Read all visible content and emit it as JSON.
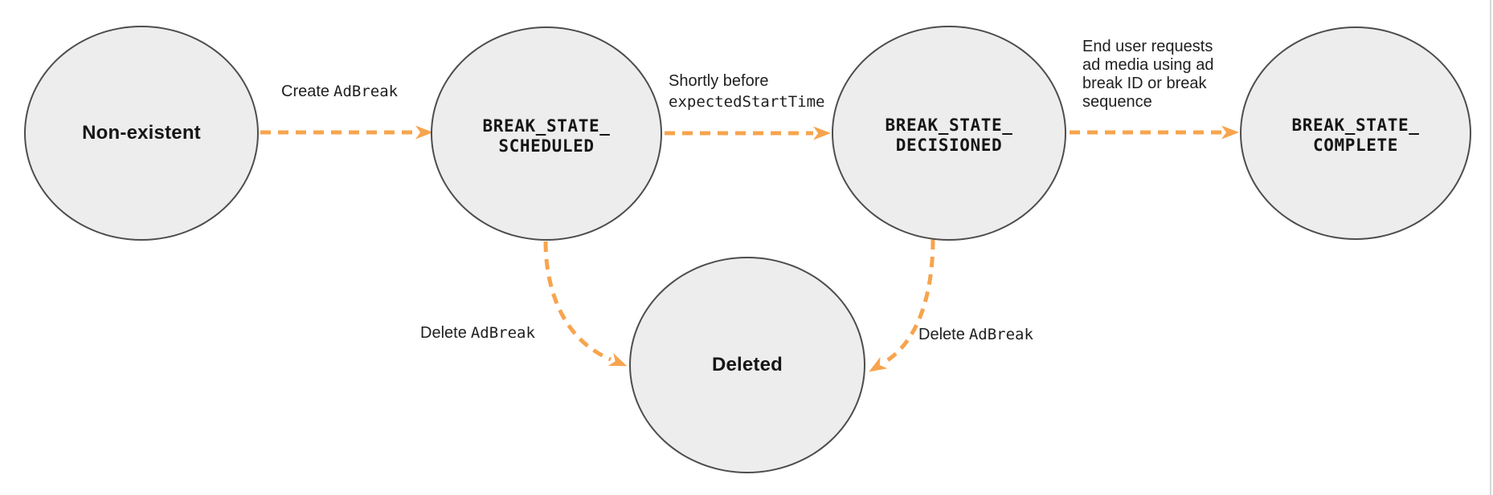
{
  "diagram": {
    "title": "Ad break state transition diagram",
    "colors": {
      "background": "#ffffff",
      "node_fill": "#ededed",
      "node_stroke": "#4d4d4d",
      "arrow": "#f7a44e",
      "text": "#1f1f1f",
      "page_edge": "#d8d8d8"
    }
  },
  "nodes": [
    {
      "id": "non-existent",
      "line1": "Non-existent"
    },
    {
      "id": "break-state-scheduled",
      "line1": "BREAK_STATE_",
      "line2": "SCHEDULED"
    },
    {
      "id": "break-state-decisioned",
      "line1": "BREAK_STATE_",
      "line2": "DECISIONED"
    },
    {
      "id": "break-state-complete",
      "line1": "BREAK_STATE_",
      "line2": "COMPLETE"
    },
    {
      "id": "deleted",
      "line1": "Deleted"
    }
  ],
  "edges": [
    {
      "from": "non-existent",
      "to": "break-state-scheduled",
      "label_text": "Create",
      "label_code": "AdBreak"
    },
    {
      "from": "break-state-scheduled",
      "to": "break-state-decisioned",
      "label_text": "Shortly before",
      "label_code": "expectedStartTime"
    },
    {
      "from": "break-state-decisioned",
      "to": "break-state-complete",
      "lines": [
        "End user requests",
        "ad media using ad",
        "break ID or break",
        "sequence"
      ]
    },
    {
      "from": "break-state-scheduled",
      "to": "deleted",
      "label_text": "Delete",
      "label_code": "AdBreak"
    },
    {
      "from": "break-state-decisioned",
      "to": "deleted",
      "label_text": "Delete",
      "label_code": "AdBreak"
    }
  ]
}
